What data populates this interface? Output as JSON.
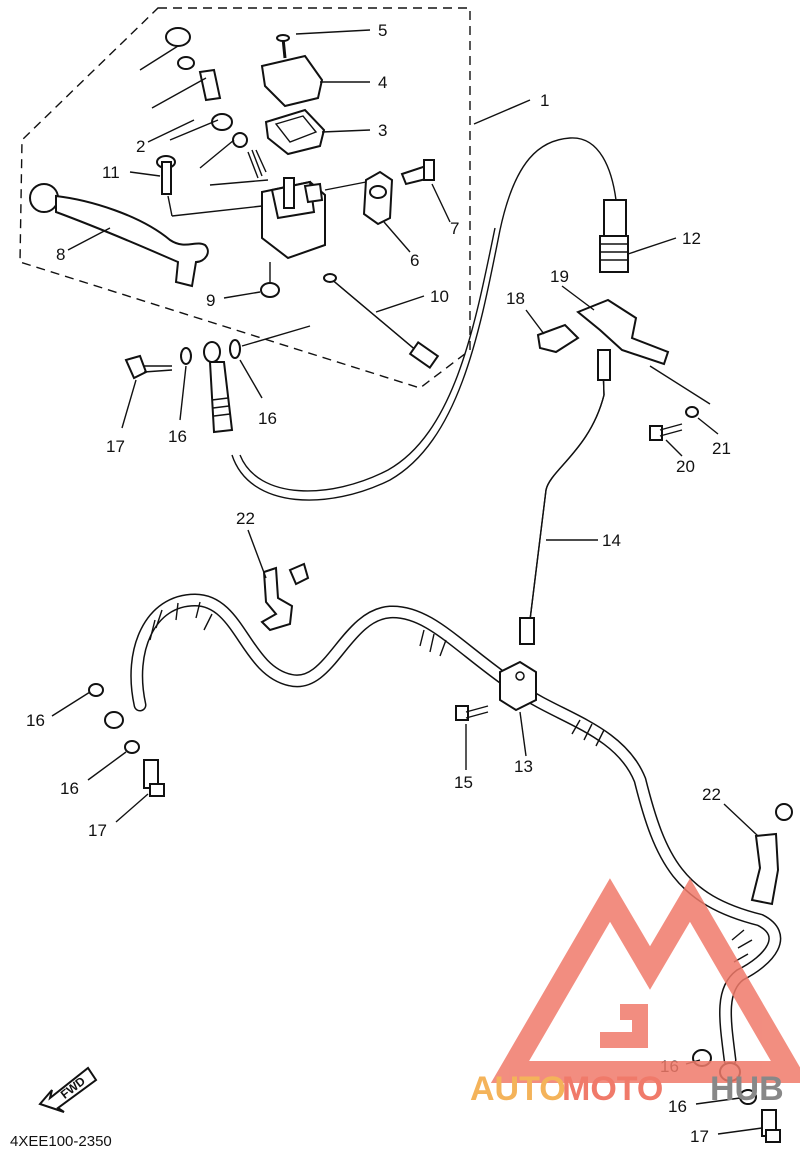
{
  "diagram_code": "4XEE100-2350",
  "fwd_label": "FWD",
  "watermark": {
    "brand_a": "AUTO",
    "brand_b": "MOTO",
    "brand_c": "HUB",
    "color_primary": "#f07a6a",
    "color_secondary": "#f4b35a",
    "color_tertiary": "#888888"
  },
  "callouts": {
    "c1": "1",
    "c2": "2",
    "c3": "3",
    "c4": "4",
    "c5": "5",
    "c6": "6",
    "c7": "7",
    "c8": "8",
    "c9": "9",
    "c10": "10",
    "c11": "11",
    "c12": "12",
    "c13": "13",
    "c14": "14",
    "c15": "15",
    "c16a": "16",
    "c16b": "16",
    "c16c": "16",
    "c16d": "16",
    "c16e": "16",
    "c16f": "16",
    "c17a": "17",
    "c17b": "17",
    "c17c": "17",
    "c18": "18",
    "c19": "19",
    "c20": "20",
    "c21": "21",
    "c22a": "22",
    "c22b": "22"
  }
}
